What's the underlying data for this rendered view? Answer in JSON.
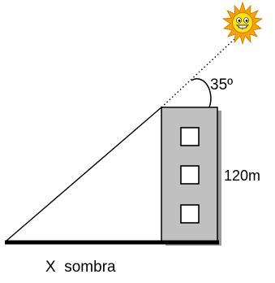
{
  "diagram": {
    "angle_label": "35º",
    "height_label": "120m",
    "shadow_label": "X  sombra",
    "sun_icon": "smiling-sun-icon"
  },
  "colors": {
    "building_fill": "#c0c0c0",
    "building_stroke": "#000000",
    "ground": "#000000",
    "sun_rays": "#f5a300",
    "sun_face": "#ffe21a",
    "sun_outline": "#c87800",
    "text": "#000000"
  }
}
